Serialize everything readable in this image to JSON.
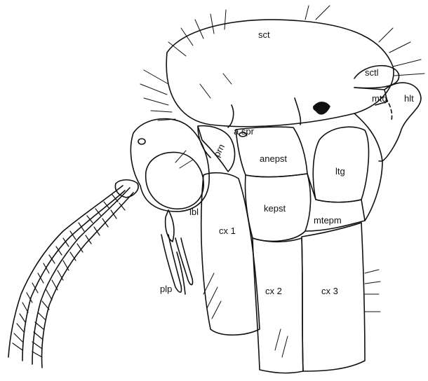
{
  "labels": {
    "sct": "sct",
    "sctl": "sctl",
    "mtg": "mtg",
    "hlt": "hlt",
    "a_spr": "a spr",
    "prn": "prn",
    "anepst": "anepst",
    "ltg": "ltg",
    "kepst": "kepst",
    "mtepm": "mtepm",
    "lbl": "lbl",
    "cx1": "cx 1",
    "cx2": "cx 2",
    "cx3": "cx 3",
    "plp": "plp"
  }
}
